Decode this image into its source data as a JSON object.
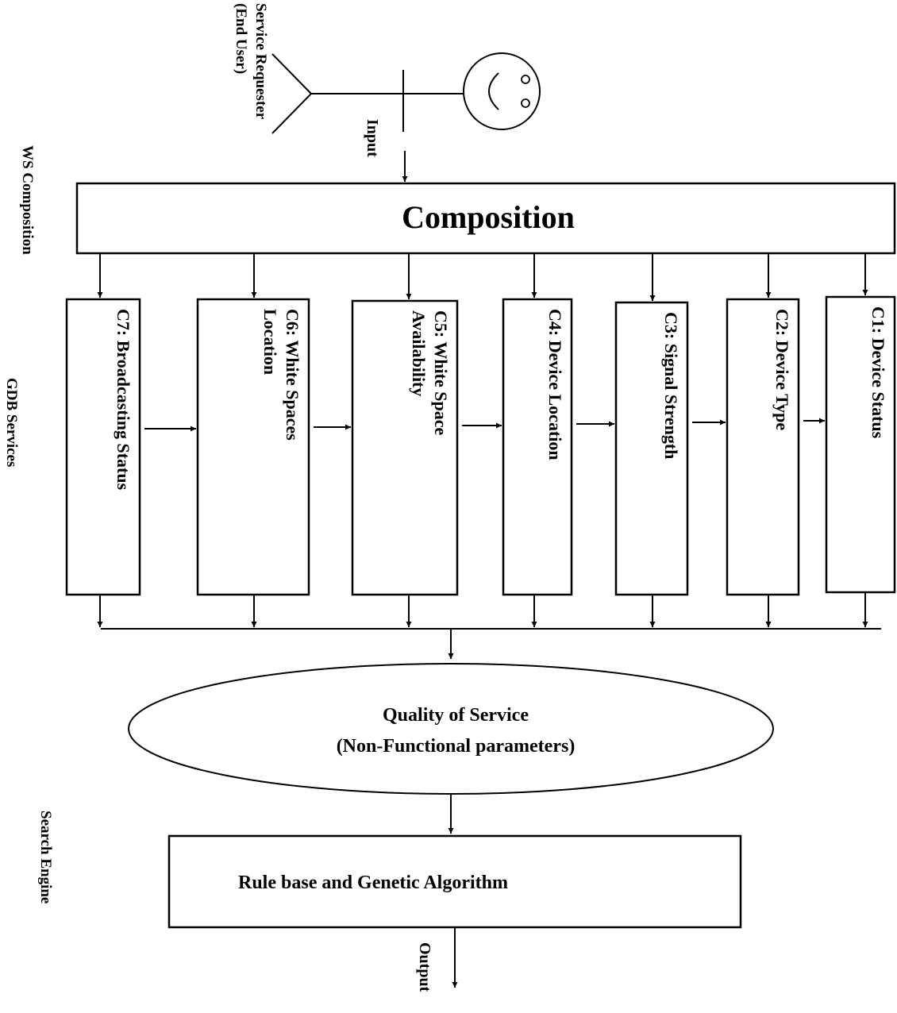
{
  "actor": {
    "label_line1": "Service Requester",
    "label_line2": "(End User)",
    "input_label": "Input"
  },
  "side_labels": {
    "ws_composition": "WS Composition",
    "gdb_services": "GDB Services",
    "search_engine": "Search Engine"
  },
  "composition": {
    "title": "Composition"
  },
  "services": [
    {
      "lines": [
        "C7: Broadcasting Status"
      ]
    },
    {
      "lines": [
        "C6: White Spaces",
        "Location"
      ]
    },
    {
      "lines": [
        "C5: White Space",
        "Availability"
      ]
    },
    {
      "lines": [
        "C4: Device Location"
      ]
    },
    {
      "lines": [
        "C3: Signal Strength"
      ]
    },
    {
      "lines": [
        "C2: Device Type"
      ]
    },
    {
      "lines": [
        "C1: Device Status"
      ]
    }
  ],
  "qos": {
    "line1": "Quality of Service",
    "line2": "(Non-Functional parameters)"
  },
  "engine": {
    "label": "Rule base and Genetic Algorithm"
  },
  "output": {
    "label": "Output"
  }
}
